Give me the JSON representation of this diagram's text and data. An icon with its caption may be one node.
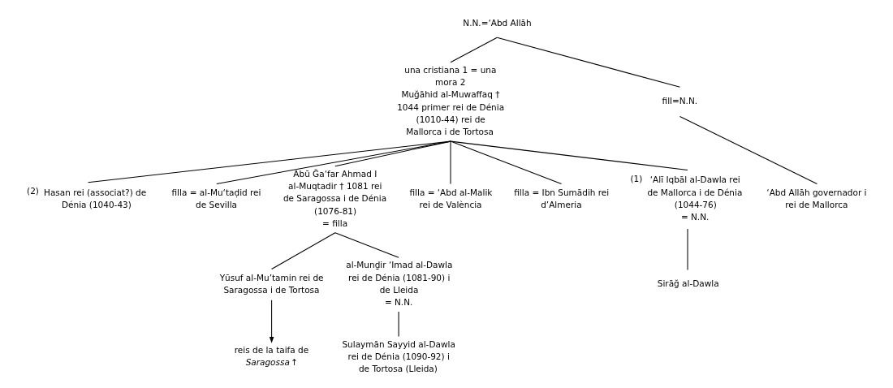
{
  "diagram": {
    "nodes": [
      {
        "text": [
          "N.N.=‘Abd Allāh"
        ]
      },
      {
        "text": [
          "una cristiana 1 = una mora 2",
          "Muğāhid al-Muwaffaq † 1044 primer rei de Dénia (1010-44) rei de Mallorca i de Tortosa"
        ]
      },
      {
        "text": [
          "fill=N.N."
        ]
      },
      {
        "text": [
          "Hasan rei (associat?) de Dénia (1040-43)"
        ],
        "beside": [
          "(2)"
        ]
      },
      {
        "text": [
          "filla = al-Mu‘taḍid rei de Sevilla"
        ]
      },
      {
        "text": [
          "Abū Ğa‘far Ahmad I al-Muqtadir † 1081 rei de Saragossa i de Dénia (1076-81)",
          "= filla"
        ]
      },
      {
        "text": [
          "filla = ‘Abd al-Malik rei de València"
        ]
      },
      {
        "text": [
          "filla = Ibn Sumādih rei d’Almeria"
        ]
      },
      {
        "text": [
          "‘Alī Iqbāl al-Dawla rei de Mallorca i de Dénia (1044-76)",
          "= N.N."
        ],
        "beside": [
          "(1)"
        ]
      },
      {
        "text": [
          "‘Abd Allāh governador i rei de Mallorca"
        ]
      },
      {
        "text": [
          "Yūsuf al-Mu’tamin rei de Saragossa i de Tortosa"
        ]
      },
      {
        "text": [
          "al-Munḏir ‘Imad al-Dawla rei de Dénia (1081-90) i de Lleida",
          "= N.N."
        ]
      },
      {
        "text": [
          "Sulaymān Sayyid al-Dawla rei de Dénia (1090-92) i de Tortosa (Lleida)"
        ]
      },
      {
        "text": [
          "Sirāğ al-Dawla"
        ]
      },
      {
        "text": [
          "reis de la taifa de *Saragossa*↑"
        ]
      }
    ],
    "edges": [
      {
        "from": 0,
        "to": 1,
        "arrow": "none"
      },
      {
        "from": 0,
        "to": 2,
        "arrow": "none"
      },
      {
        "from": 1,
        "to": 3,
        "arrow": "none"
      },
      {
        "from": 1,
        "to": 4,
        "arrow": "none"
      },
      {
        "from": 1,
        "to": 5,
        "arrow": "none"
      },
      {
        "from": 1,
        "to": 6,
        "arrow": "none"
      },
      {
        "from": 1,
        "to": 7,
        "arrow": "none"
      },
      {
        "from": 1,
        "to": 8,
        "arrow": "none"
      },
      {
        "from": 2,
        "to": 9,
        "arrow": "none"
      },
      {
        "from": 5,
        "to": 10,
        "arrow": "none"
      },
      {
        "from": 5,
        "to": 11,
        "arrow": "none"
      },
      {
        "from": 11,
        "to": 12,
        "arrow": "none"
      },
      {
        "from": 8,
        "to": 13,
        "arrow": "none"
      },
      {
        "from": 10,
        "to": 14,
        "arrow": "to"
      }
    ]
  }
}
